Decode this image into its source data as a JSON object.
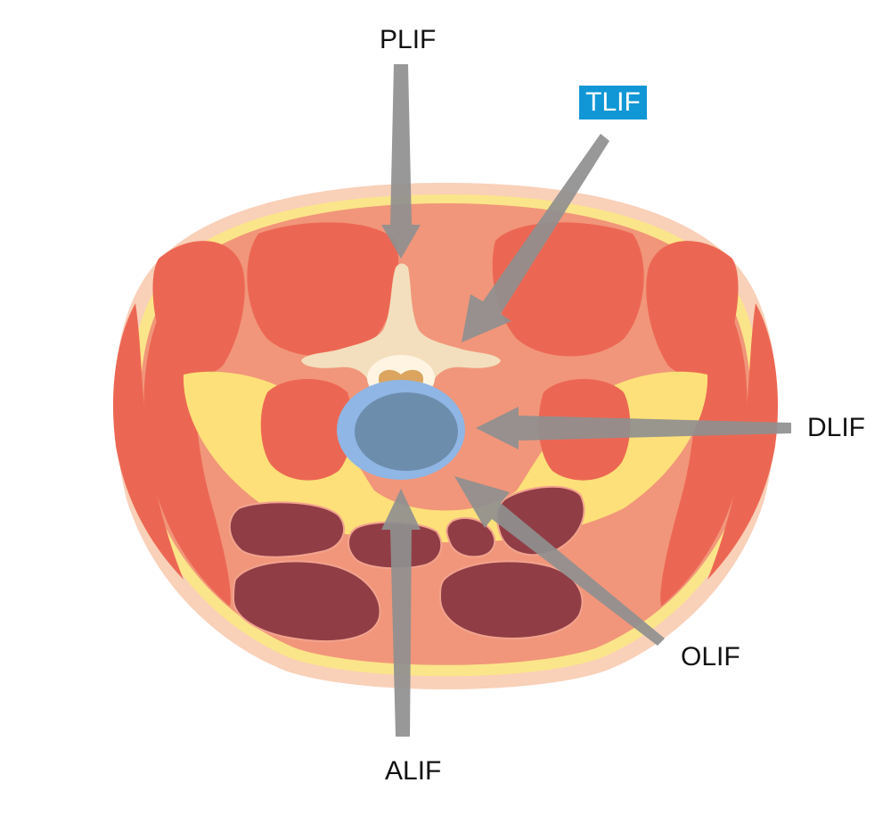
{
  "labels": {
    "plif": "PLIF",
    "tlif": "TLIF",
    "dlif": "DLIF",
    "olif": "OLIF",
    "alif": "ALIF"
  },
  "colors": {
    "skin": "#f9d0b8",
    "subcutaneous_fat": "#fbe58a",
    "fascia": "#f1967a",
    "muscle": "#ec6753",
    "retroperitoneal_fat": "#fde079",
    "bone": "#f3dfbd",
    "spinal_cord": "#dba55f",
    "disc_annulus": "#8fb6e4",
    "disc_nucleus": "#6d8dad",
    "bowel": "#913d45",
    "arrow": "#8f8f8f",
    "tlif_highlight": "#1196d6",
    "label_text": "#111111"
  }
}
